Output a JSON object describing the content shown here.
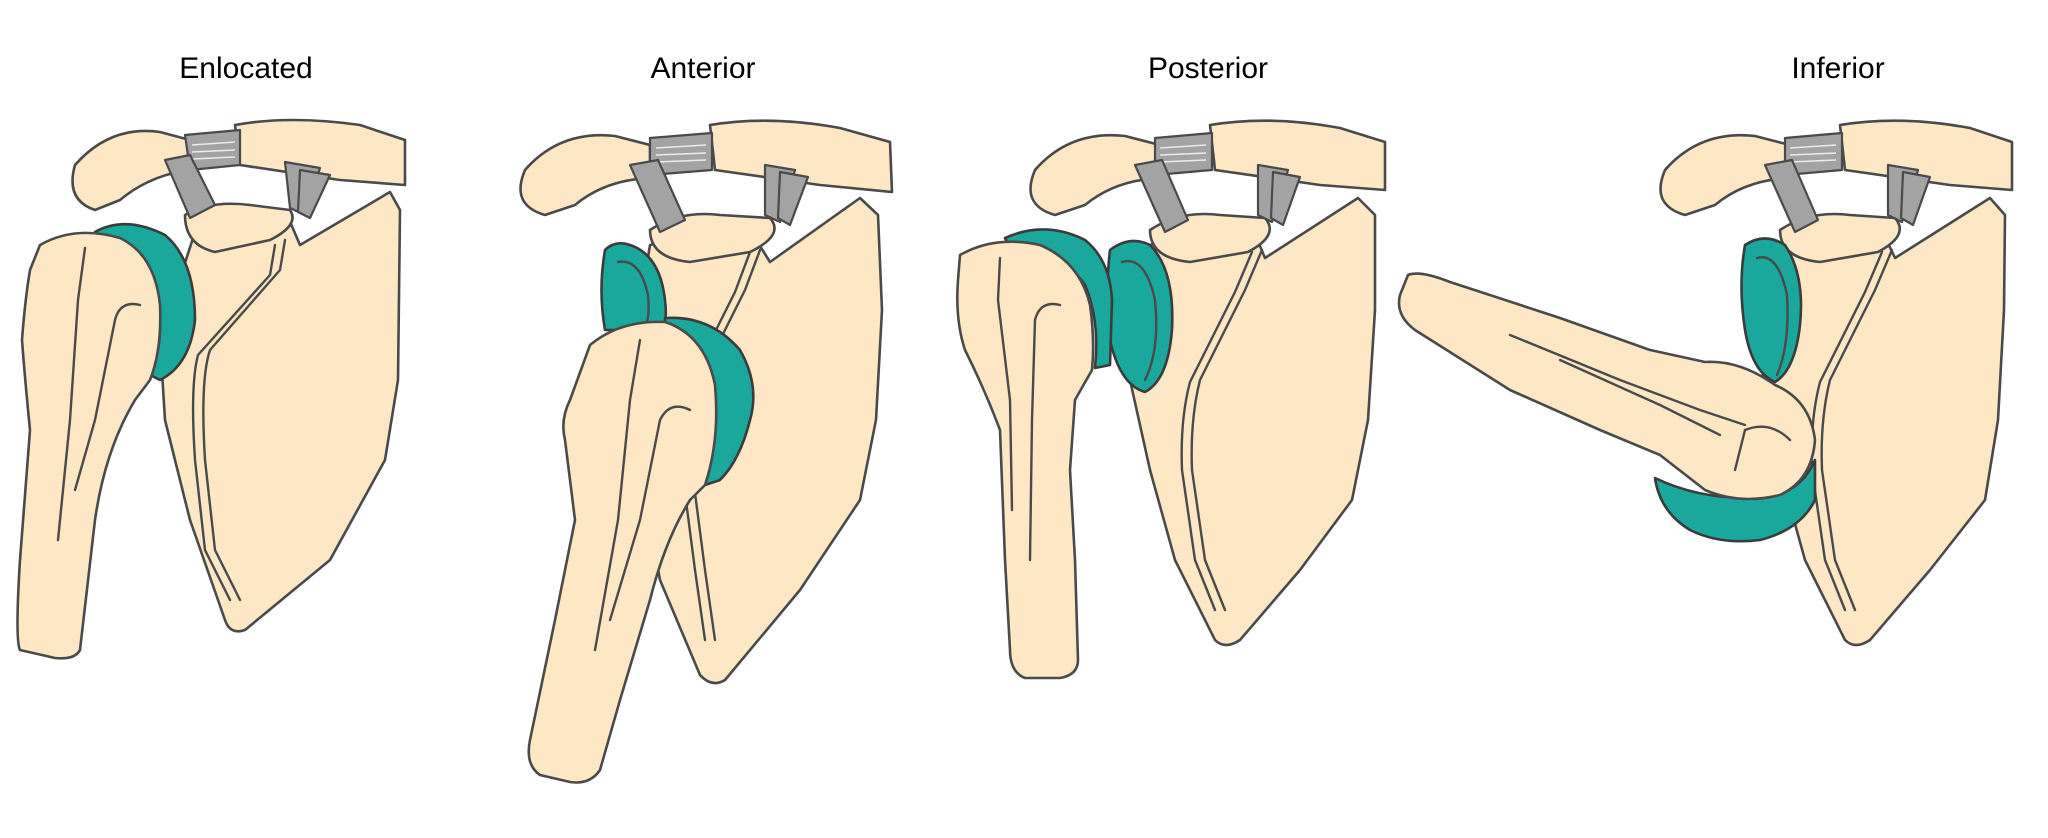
{
  "panels": [
    {
      "label": "Enlocated"
    },
    {
      "label": "Anterior"
    },
    {
      "label": "Posterior"
    },
    {
      "label": "Inferior"
    }
  ],
  "colors": {
    "bone": "#fde7c4",
    "cartilage": "#1aa89c",
    "ligament": "#a3a3a3",
    "outline": "#4a4a4a"
  }
}
